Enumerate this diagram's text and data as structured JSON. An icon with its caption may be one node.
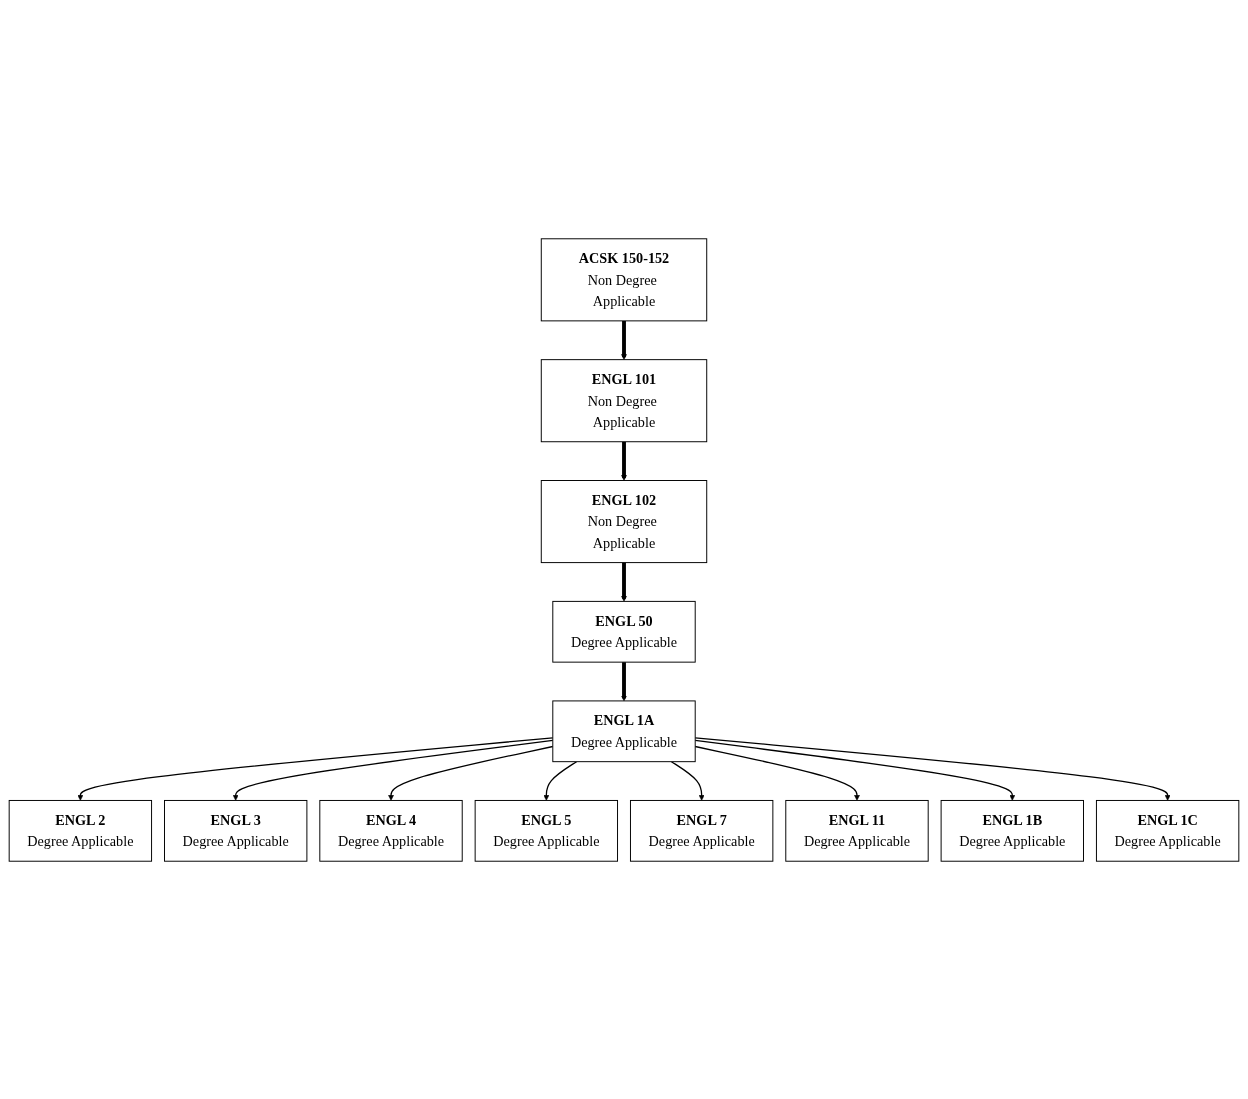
{
  "diagram": {
    "nodes": [
      {
        "text": [
          "ACSK 150-152",
          "Non Degree Applicable"
        ]
      },
      {
        "text": [
          "ENGL 101",
          "Non Degree Applicable"
        ]
      },
      {
        "text": [
          "ENGL 102",
          "Non Degree Applicable"
        ]
      },
      {
        "text": [
          "ENGL 50",
          "Degree Applicable"
        ]
      },
      {
        "text": [
          "ENGL 1A",
          "Degree Applicable"
        ]
      },
      {
        "text": [
          "ENGL 2",
          "Degree Applicable"
        ]
      },
      {
        "text": [
          "ENGL 3",
          "Degree Applicable"
        ]
      },
      {
        "text": [
          "ENGL 4",
          "Degree Applicable"
        ]
      },
      {
        "text": [
          "ENGL 5",
          "Degree Applicable"
        ]
      },
      {
        "text": [
          "ENGL 7",
          "Degree Applicable"
        ]
      },
      {
        "text": [
          "ENGL 11",
          "Degree Applicable"
        ]
      },
      {
        "text": [
          "ENGL 1B",
          "Degree Applicable"
        ]
      },
      {
        "text": [
          "ENGL 1C",
          "Degree Applicable"
        ]
      }
    ],
    "edges": [
      {
        "from": 0,
        "to": 1,
        "arrow": "to",
        "style": "thick"
      },
      {
        "from": 1,
        "to": 2,
        "arrow": "to",
        "style": "thick"
      },
      {
        "from": 2,
        "to": 3,
        "arrow": "to",
        "style": "thick"
      },
      {
        "from": 3,
        "to": 4,
        "arrow": "to",
        "style": "thick"
      },
      {
        "from": 4,
        "to": 5,
        "arrow": "to"
      },
      {
        "from": 4,
        "to": 6,
        "arrow": "to"
      },
      {
        "from": 4,
        "to": 7,
        "arrow": "to"
      },
      {
        "from": 4,
        "to": 8,
        "arrow": "to"
      },
      {
        "from": 4,
        "to": 9,
        "arrow": "to"
      },
      {
        "from": 4,
        "to": 10,
        "arrow": "to"
      },
      {
        "from": 4,
        "to": 11,
        "arrow": "to"
      },
      {
        "from": 4,
        "to": 12,
        "arrow": "to"
      }
    ]
  }
}
